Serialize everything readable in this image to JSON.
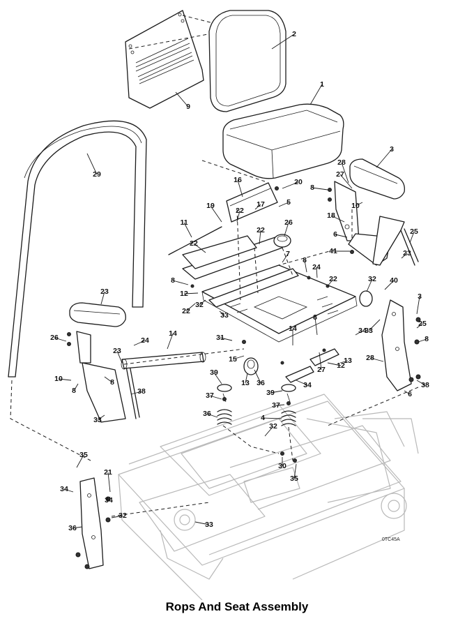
{
  "caption": "Rops And Seat Assembly",
  "drawing_code": "0TC45A",
  "callouts": [
    "2",
    "9",
    "1",
    "29",
    "3",
    "28",
    "27",
    "8",
    "10",
    "20",
    "16",
    "19",
    "22",
    "17",
    "5",
    "18",
    "11",
    "26",
    "6",
    "25",
    "41",
    "22",
    "22",
    "7",
    "8",
    "24",
    "23",
    "22",
    "8",
    "12",
    "32",
    "40",
    "22",
    "33",
    "3",
    "23",
    "32",
    "33",
    "25",
    "24",
    "14",
    "14",
    "8",
    "34",
    "8",
    "26",
    "23",
    "31",
    "28",
    "10",
    "8",
    "15",
    "13",
    "27",
    "12",
    "8",
    "13",
    "36",
    "34",
    "6",
    "38",
    "38",
    "39",
    "39",
    "37",
    "37",
    "36",
    "4",
    "32",
    "33",
    "35",
    "21",
    "32",
    "33",
    "30",
    "35",
    "34",
    "34",
    "36"
  ]
}
